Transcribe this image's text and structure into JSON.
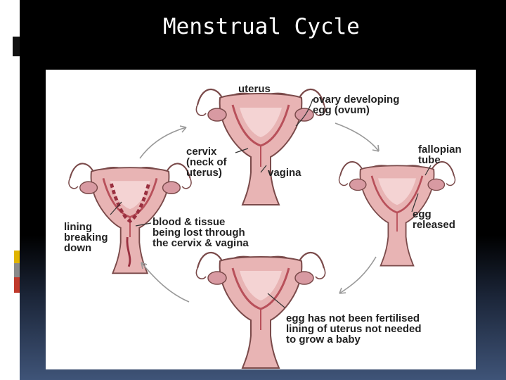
{
  "slide": {
    "title": "Menstrual Cycle"
  },
  "diagram": {
    "labels": {
      "uterus": "uterus",
      "ovary_egg": "ovary developing\negg (ovum)",
      "cervix": "cervix\n(neck of\nuterus)",
      "vagina": "vagina",
      "fallopian_tube": "fallopian\ntube",
      "egg_released": "egg\nreleased",
      "lining_breaking": "lining\nbreaking\ndown",
      "blood_tissue": "blood & tissue\nbeing lost through\nthe cervix & vagina",
      "not_fertilised": "egg has not been fertilised\nlining of uterus not needed\nto grow a baby"
    }
  },
  "colors": {
    "uterus_fill": "#e8b4b4",
    "uterus_outline": "#7a4a4a",
    "lining": "#b8505a",
    "arrow": "#999999",
    "accent_yellow": "#e0b400",
    "accent_gray": "#8a8a8a",
    "accent_red": "#c0392b"
  }
}
